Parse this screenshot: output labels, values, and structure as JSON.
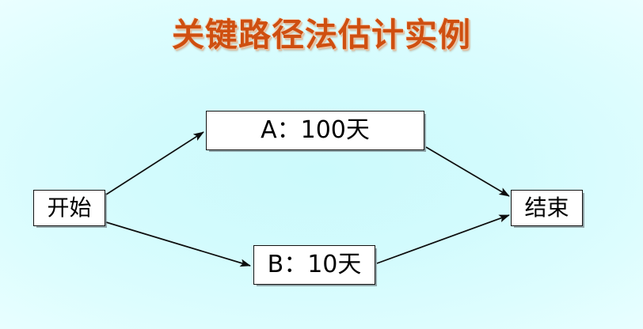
{
  "slide": {
    "title": "关键路径法估计实例",
    "title_color": "#cf4f10",
    "background_color": "#d6fbfd"
  },
  "diagram": {
    "type": "flow-network",
    "nodes": [
      {
        "id": "start",
        "label": "开始"
      },
      {
        "id": "a",
        "label": "A：100天"
      },
      {
        "id": "b",
        "label": "B：10天"
      },
      {
        "id": "end",
        "label": "结束"
      }
    ],
    "edges": [
      {
        "from": "start",
        "to": "a"
      },
      {
        "from": "start",
        "to": "b"
      },
      {
        "from": "a",
        "to": "end"
      },
      {
        "from": "b",
        "to": "end"
      }
    ],
    "edge_color": "#0d0d0d"
  }
}
